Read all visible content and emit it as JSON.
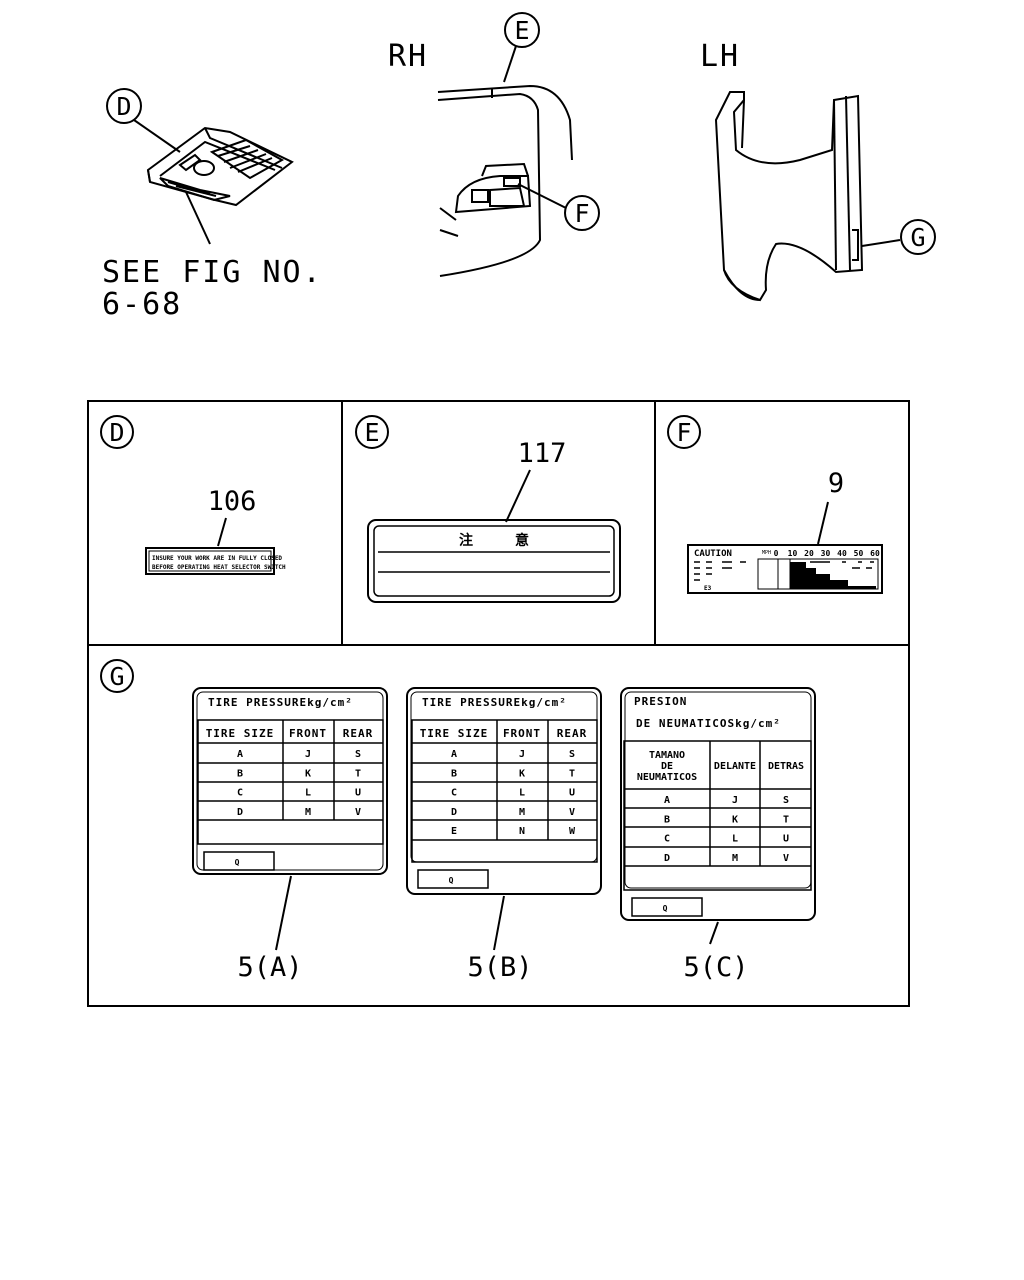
{
  "top": {
    "rh_label": "RH",
    "lh_label": "LH",
    "see_fig_line1": "SEE FIG NO.",
    "see_fig_line2": "6-68",
    "callouts": [
      "D",
      "E",
      "F",
      "G"
    ]
  },
  "panels": {
    "d": {
      "letter": "D",
      "part": "106",
      "decal_text": [
        "INSURE YOUR WORK ARE IN FULLY CLOSED",
        "BEFORE OPERATING HEAT SELECTOR SWITCH"
      ]
    },
    "e": {
      "letter": "E",
      "part": "117",
      "caution_jp": "注　　　意"
    },
    "f": {
      "letter": "F",
      "part": "9",
      "caution": "CAUTION",
      "scale": [
        "0",
        "10",
        "20",
        "30",
        "40",
        "50",
        "60"
      ],
      "note": "MPH",
      "code": "E3"
    },
    "g": {
      "letter": "G"
    }
  },
  "tire_a": {
    "title": "TIRE PRESSUREkg/cm²",
    "headers": [
      "TIRE SIZE",
      "FRONT",
      "REAR"
    ],
    "rows": [
      [
        "A",
        "J",
        "S"
      ],
      [
        "B",
        "K",
        "T"
      ],
      [
        "C",
        "L",
        "U"
      ],
      [
        "D",
        "M",
        "V"
      ]
    ],
    "code": "Q",
    "label": "5(A)"
  },
  "tire_b": {
    "title": "TIRE PRESSUREkg/cm²",
    "headers": [
      "TIRE SIZE",
      "FRONT",
      "REAR"
    ],
    "rows": [
      [
        "A",
        "J",
        "S"
      ],
      [
        "B",
        "K",
        "T"
      ],
      [
        "C",
        "L",
        "U"
      ],
      [
        "D",
        "M",
        "V"
      ],
      [
        "E",
        "N",
        "W"
      ]
    ],
    "code": "Q",
    "label": "5(B)"
  },
  "tire_c": {
    "title1": "PRESION",
    "title2": "DE NEUMATICOSkg/cm²",
    "headers": [
      "TAMANO",
      "DE",
      "NEUMATICOS",
      "DELANTE",
      "DETRAS"
    ],
    "rows": [
      [
        "A",
        "J",
        "S"
      ],
      [
        "B",
        "K",
        "T"
      ],
      [
        "C",
        "L",
        "U"
      ],
      [
        "D",
        "M",
        "V"
      ]
    ],
    "code": "Q",
    "label": "5(C)"
  }
}
